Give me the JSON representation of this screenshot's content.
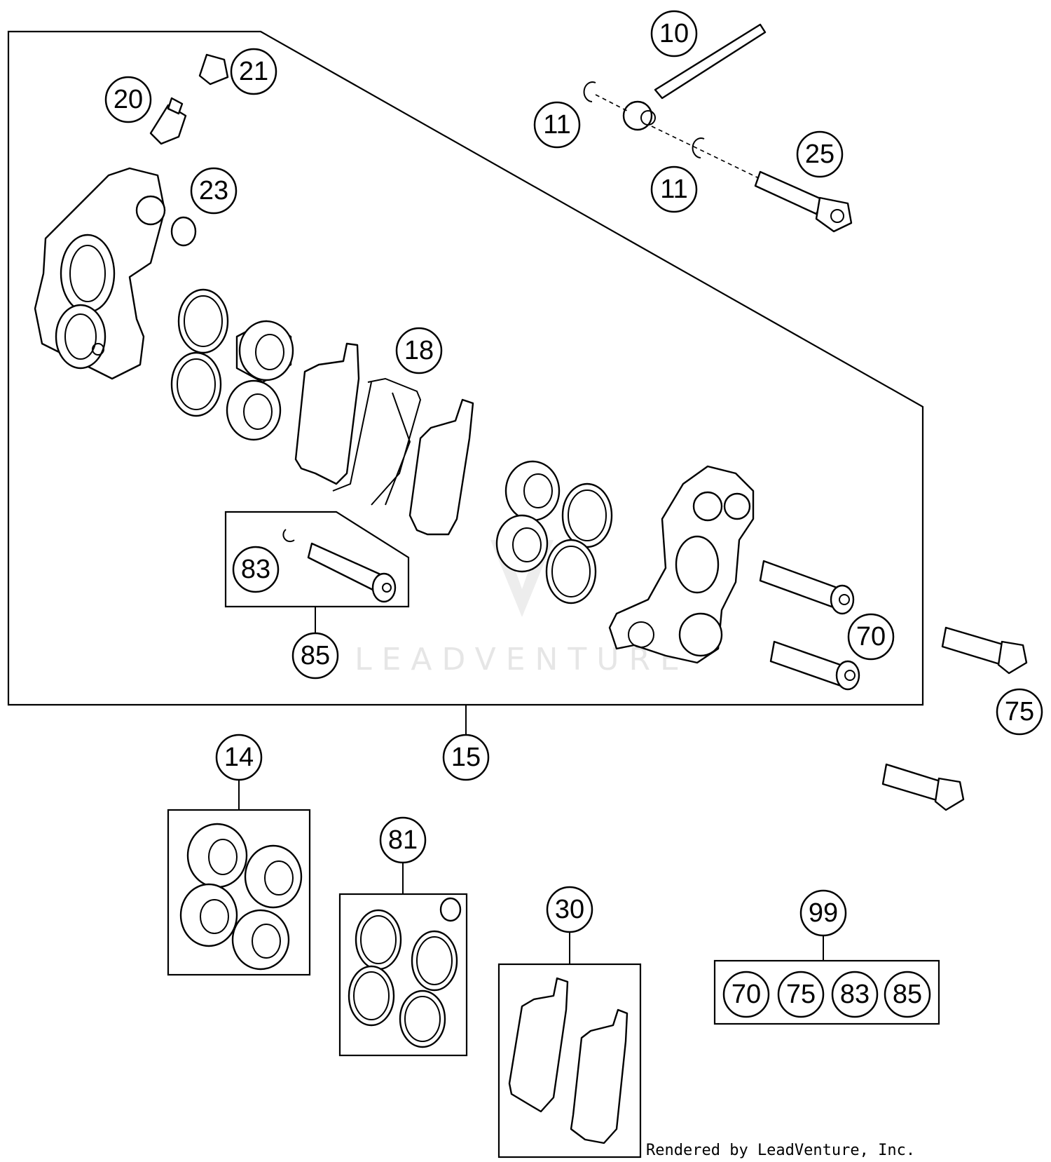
{
  "watermark_text": "LEADVENTURE",
  "credit_text": "Rendered by LeadVenture, Inc.",
  "callouts": {
    "c10": "10",
    "c11a": "11",
    "c11b": "11",
    "c14": "14",
    "c15": "15",
    "c18": "18",
    "c20": "20",
    "c21": "21",
    "c23": "23",
    "c25": "25",
    "c30": "30",
    "c70": "70",
    "c75": "75",
    "c81": "81",
    "c83": "83",
    "c85": "85",
    "c99": "99",
    "kit70": "70",
    "kit75": "75",
    "kit83": "83",
    "kit85": "85"
  }
}
